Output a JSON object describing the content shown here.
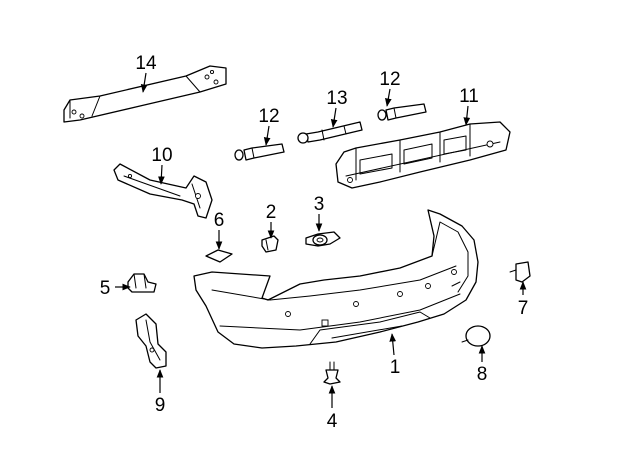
{
  "callouts": [
    "14",
    "12",
    "13",
    "12",
    "11",
    "10",
    "6",
    "2",
    "3",
    "5",
    "7",
    "1",
    "8",
    "9",
    "4"
  ],
  "colors": {
    "line": "#000000",
    "background": "#ffffff"
  }
}
